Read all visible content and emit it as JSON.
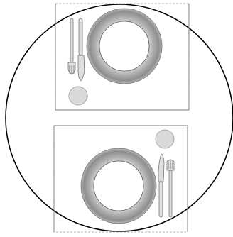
{
  "diagram": {
    "table": {
      "shape": "round"
    },
    "place_settings": [
      {
        "position": "top",
        "items": [
          "plate",
          "fork",
          "knife",
          "bread-plate"
        ]
      },
      {
        "position": "bottom",
        "items": [
          "plate",
          "fork",
          "knife",
          "bread-plate"
        ]
      }
    ],
    "colors": {
      "table_edge": "#000000",
      "mat_edge": "#777777",
      "mat_dash": "#9a9a9a",
      "plate_outer": "#dcdcdc",
      "plate_dark": "#8e8e8e",
      "plate_center": "#ffffff",
      "cutlery_fill": "#dedede",
      "cutlery_edge": "#666666",
      "bread_plate_fill": "#d9d9d9",
      "bread_plate_edge": "#a8a8a8"
    }
  }
}
